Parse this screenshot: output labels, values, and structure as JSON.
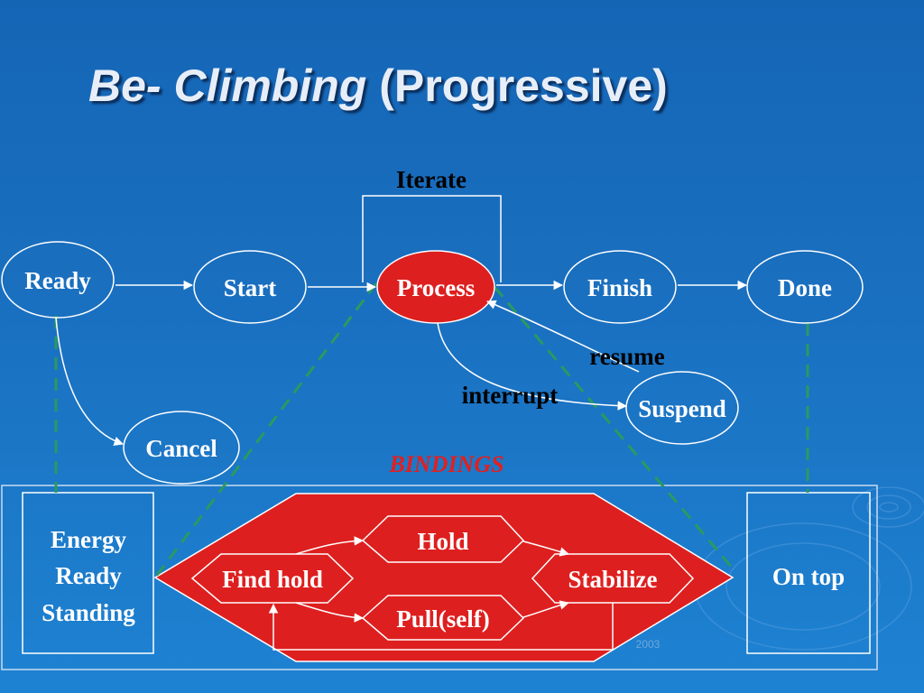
{
  "title": {
    "italic": "Be- Climbing",
    "regular": "(Progressive)"
  },
  "states": {
    "ready": "Ready",
    "start": "Start",
    "process": "Process",
    "finish": "Finish",
    "done": "Done",
    "suspend": "Suspend",
    "cancel": "Cancel"
  },
  "transitions": {
    "iterate": "Iterate",
    "resume": "resume",
    "interrupt": "interrupt"
  },
  "bindings_label": "BINDINGS",
  "precondition": {
    "line1": "Energy",
    "line2": "Ready",
    "line3": "Standing"
  },
  "steps": {
    "find_hold": "Find hold",
    "hold": "Hold",
    "pull": "Pull(self)",
    "stabilize": "Stabilize"
  },
  "postcondition": "On top",
  "footer_text": "2003",
  "colors": {
    "background": "#1a70c0",
    "highlight_red": "#e02020",
    "binding_green": "#2a9a60",
    "outline": "#ffffff"
  }
}
